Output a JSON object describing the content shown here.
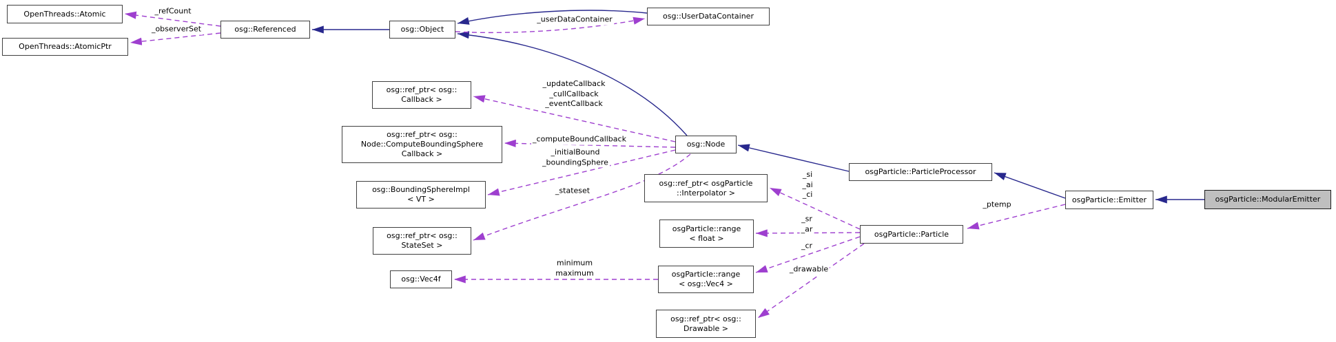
{
  "colors": {
    "edge_solid": "#28288D",
    "edge_dashed": "#9E3FCF",
    "box_border": "#3F3F3F",
    "box_bg": "#FFFFFF",
    "highlight_bg": "#BFBFBF",
    "highlight_border": "#1A1A1A",
    "text": "#000000"
  },
  "nodes": {
    "atomic": {
      "label": "OpenThreads::Atomic"
    },
    "atomicptr": {
      "label": "OpenThreads::AtomicPtr"
    },
    "referenced": {
      "label": "osg::Referenced"
    },
    "object": {
      "label": "osg::Object"
    },
    "udc": {
      "label": "osg::UserDataContainer"
    },
    "refptr_callback": {
      "label": "osg::ref_ptr< osg::\nCallback >"
    },
    "refptr_cbsc": {
      "label": "osg::ref_ptr< osg::\nNode::ComputeBoundingSphere\nCallback >"
    },
    "bsimpl": {
      "label": "osg::BoundingSphereImpl\n< VT >"
    },
    "refptr_stateset": {
      "label": "osg::ref_ptr< osg::\nStateSet >"
    },
    "vec4f": {
      "label": "osg::Vec4f"
    },
    "node": {
      "label": "osg::Node"
    },
    "refptr_interp": {
      "label": "osg::ref_ptr< osgParticle\n::Interpolator >"
    },
    "range_float": {
      "label": "osgParticle::range\n< float >"
    },
    "range_vec4": {
      "label": "osgParticle::range\n< osg::Vec4 >"
    },
    "refptr_drawable": {
      "label": "osg::ref_ptr< osg::\nDrawable >"
    },
    "pproc": {
      "label": "osgParticle::ParticleProcessor"
    },
    "particle": {
      "label": "osgParticle::Particle"
    },
    "emitter": {
      "label": "osgParticle::Emitter"
    },
    "modular": {
      "label": "osgParticle::ModularEmitter"
    }
  },
  "edge_labels": {
    "ref_count": "_refCount",
    "observer_set": "_observerSet",
    "user_data_container": "_userDataContainer",
    "callbacks": "_updateCallback\n_cullCallback\n_eventCallback",
    "compute_bound_callback": "_computeBoundCallback",
    "bound_fields": "_initialBound\n_boundingSphere",
    "stateset": "_stateset",
    "min_max": "minimum\nmaximum",
    "si_ai_ci": "_si\n_ai\n_ci",
    "sr_ar": "_sr\n_ar",
    "cr": "_cr",
    "drawable": "_drawable",
    "ptemp": "_ptemp"
  }
}
